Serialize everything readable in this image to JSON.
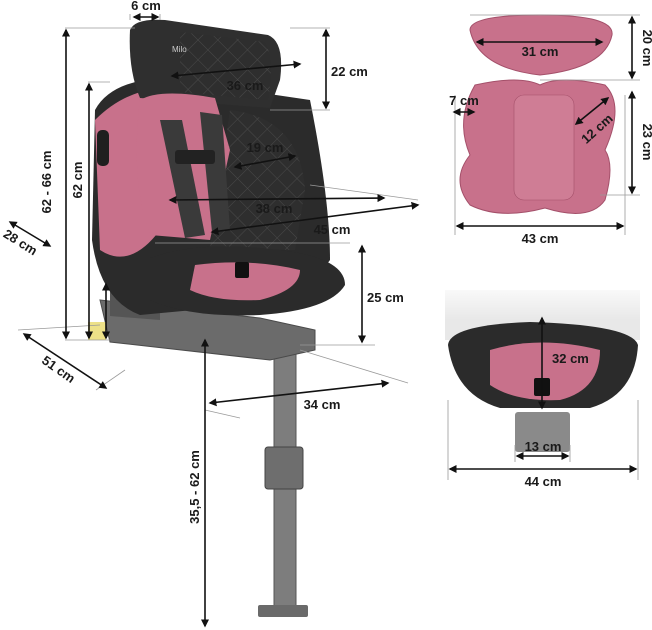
{
  "colors": {
    "pink": "#c8718b",
    "pink_dark": "#a4506a",
    "black": "#2b2b2b",
    "gray": "#8a8a8a",
    "base": "#5a5a5a"
  },
  "logo": "Milo",
  "dimensions": {
    "headrest_depth": "6 cm",
    "headrest_width": "36 cm",
    "headrest_height": "22 cm",
    "total_height": "62 - 66 cm",
    "back_height": "62 cm",
    "shoulder_width": "19 cm",
    "seat_inner_width": "38 cm",
    "outer_width": "45 cm",
    "side_depth": "28 cm",
    "seat_height": "25 cm",
    "base_length": "51 cm",
    "base_width": "34 cm",
    "support_leg": "35,5 - 62 cm",
    "pad_top_width": "31 cm",
    "pad_top_height": "20 cm",
    "pad_side": "7 cm",
    "pad_wing": "12 cm",
    "pad_body_height": "23 cm",
    "pad_total_width": "43 cm",
    "cushion_depth": "32 cm",
    "crotch_width": "13 cm",
    "cushion_width": "44 cm"
  }
}
